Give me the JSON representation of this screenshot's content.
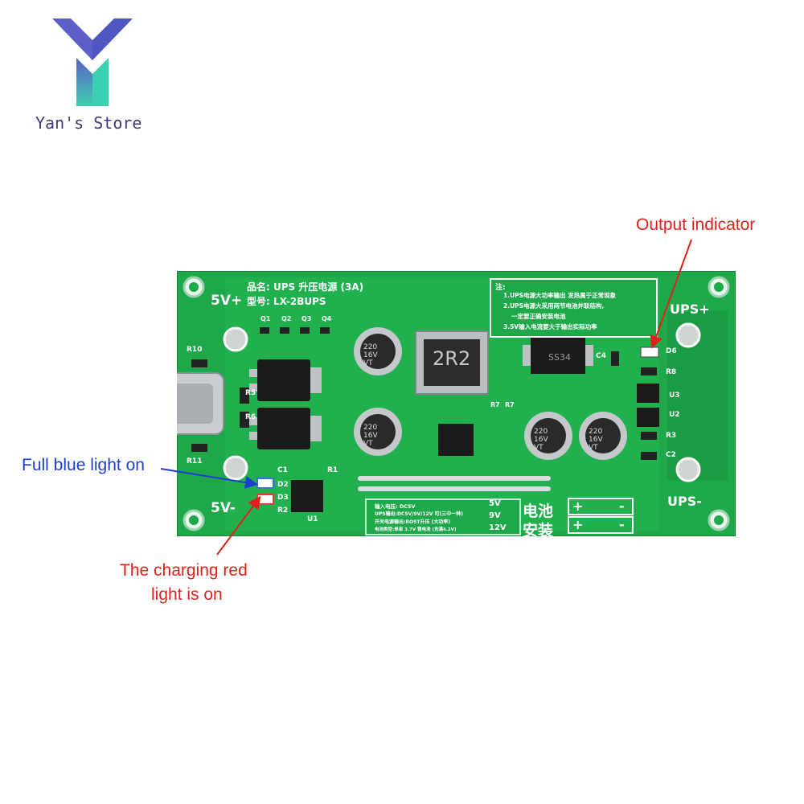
{
  "brand": {
    "name": "Yan's Store",
    "logo_colors": [
      "#5b5fc7",
      "#3ecfb0"
    ]
  },
  "annotations": {
    "output_indicator": "Output indicator",
    "full_blue_light": "Full blue light on",
    "charging_red_line1": "The charging red",
    "charging_red_line2": "light is on"
  },
  "board": {
    "color": "#1ea84a",
    "terminal_5v_plus": "5V+",
    "terminal_5v_minus": "5V-",
    "terminal_ups_plus": "UPS+",
    "terminal_ups_minus": "UPS-",
    "product_name": "品名: UPS 升压电源 (3A)",
    "model": "型号: LX-2BUPS",
    "notes_title": "注:",
    "notes": [
      "1.UPS电源大功率输出 发热属于正常现象",
      "2.UPS电源大采用两节电池并联结构,",
      "一定要正确安装电池",
      "3.5V输入电流要大于输出实际功率"
    ],
    "input_spec": [
      "输入电压: DC5V",
      "UPS输出:DC5V/9V/12V 可(三中一种)",
      "开关电源输出:BOST升压 (大功率)",
      "电池类型:单串 3.7V 锂电池 (充满4.2V)"
    ],
    "voltage_options": [
      "5V",
      "9V",
      "12V"
    ],
    "battery_label_line1": "电池",
    "battery_label_line2": "安装",
    "battery_polarity": [
      "+",
      "-"
    ],
    "inductor_code": "2R2",
    "diode_code": "SS34",
    "capacitor_text": [
      "220",
      "16V",
      "VT"
    ],
    "refs": {
      "q1": "Q1",
      "q2": "Q2",
      "q3": "Q3",
      "q4": "Q4",
      "r10": "R10",
      "r11": "R11",
      "r5": "R5",
      "r6": "R6",
      "c1": "C1",
      "d2": "D2",
      "d3": "D3",
      "r2": "R2",
      "r1": "R1",
      "u1": "U1",
      "d6": "D6",
      "r8": "R8",
      "u3": "U3",
      "u2": "U2",
      "r3": "R3",
      "c2": "C2",
      "c4": "C4",
      "r7a": "R7",
      "r7b": "R7"
    }
  }
}
